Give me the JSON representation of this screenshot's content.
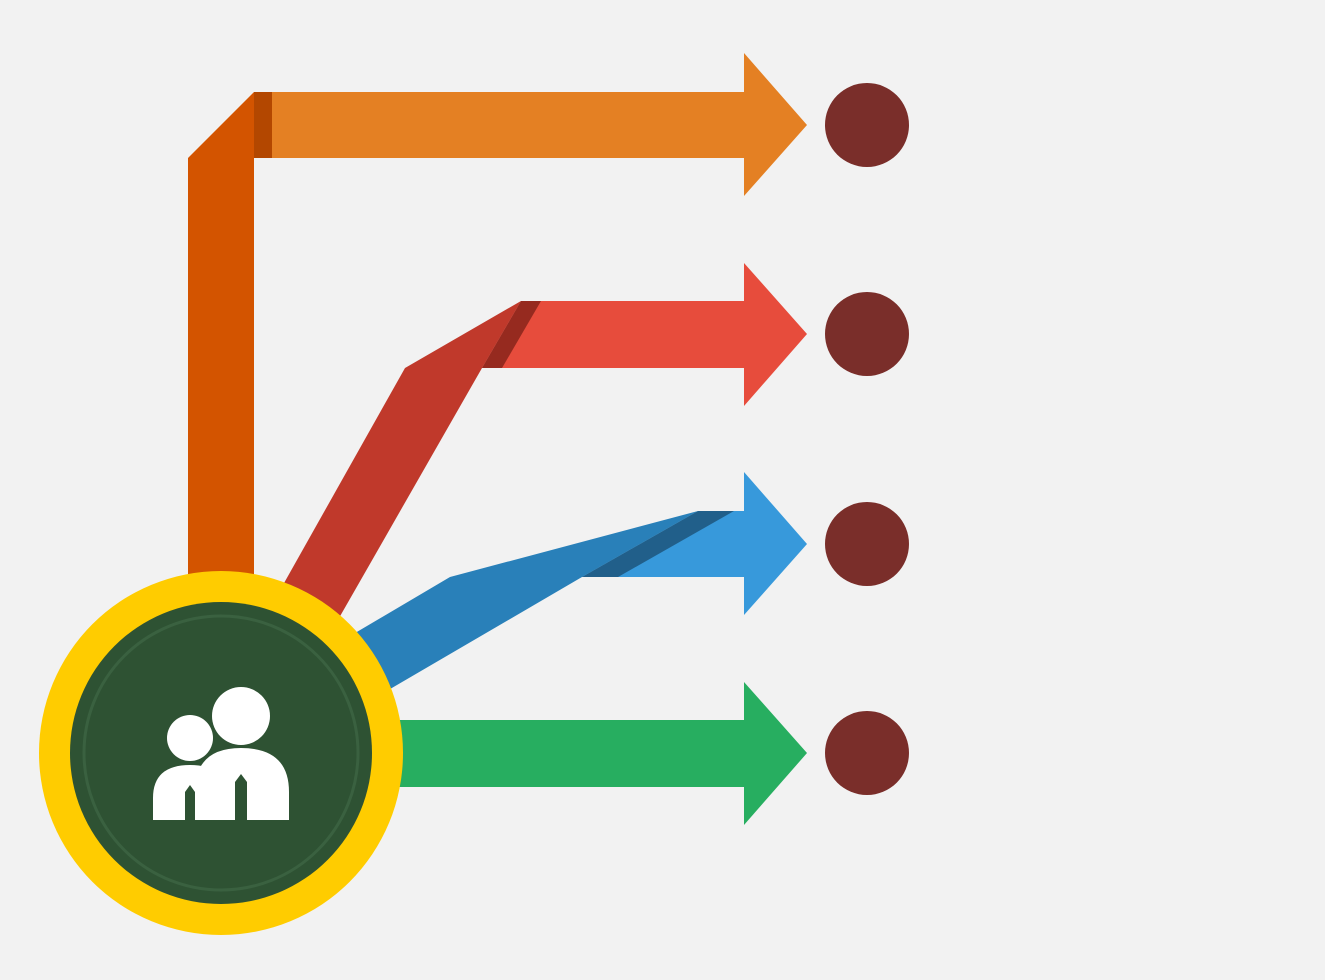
{
  "diagram": {
    "background": "#f2f2f2",
    "branches": [
      {
        "id": "orange",
        "color": "#e48023",
        "shade": "#d35400",
        "fold": "#b34700",
        "endpoint_color": "#7a2e2a"
      },
      {
        "id": "red",
        "color": "#e74c3c",
        "shade": "#c0392b",
        "fold": "#962a1f",
        "endpoint_color": "#7a2e2a"
      },
      {
        "id": "blue",
        "color": "#3799db",
        "shade": "#2980b9",
        "fold": "#215f8a",
        "endpoint_color": "#7a2e2a"
      },
      {
        "id": "green",
        "color": "#27ae60",
        "shade": "#229954",
        "fold": "#1e8449",
        "endpoint_color": "#7a2e2a"
      }
    ],
    "hub": {
      "ring_color": "#ffcc00",
      "fill_color": "#2e5233",
      "inner_ring_color": "#3a6140",
      "icon": "family-users-icon",
      "icon_color": "#ffffff"
    }
  }
}
